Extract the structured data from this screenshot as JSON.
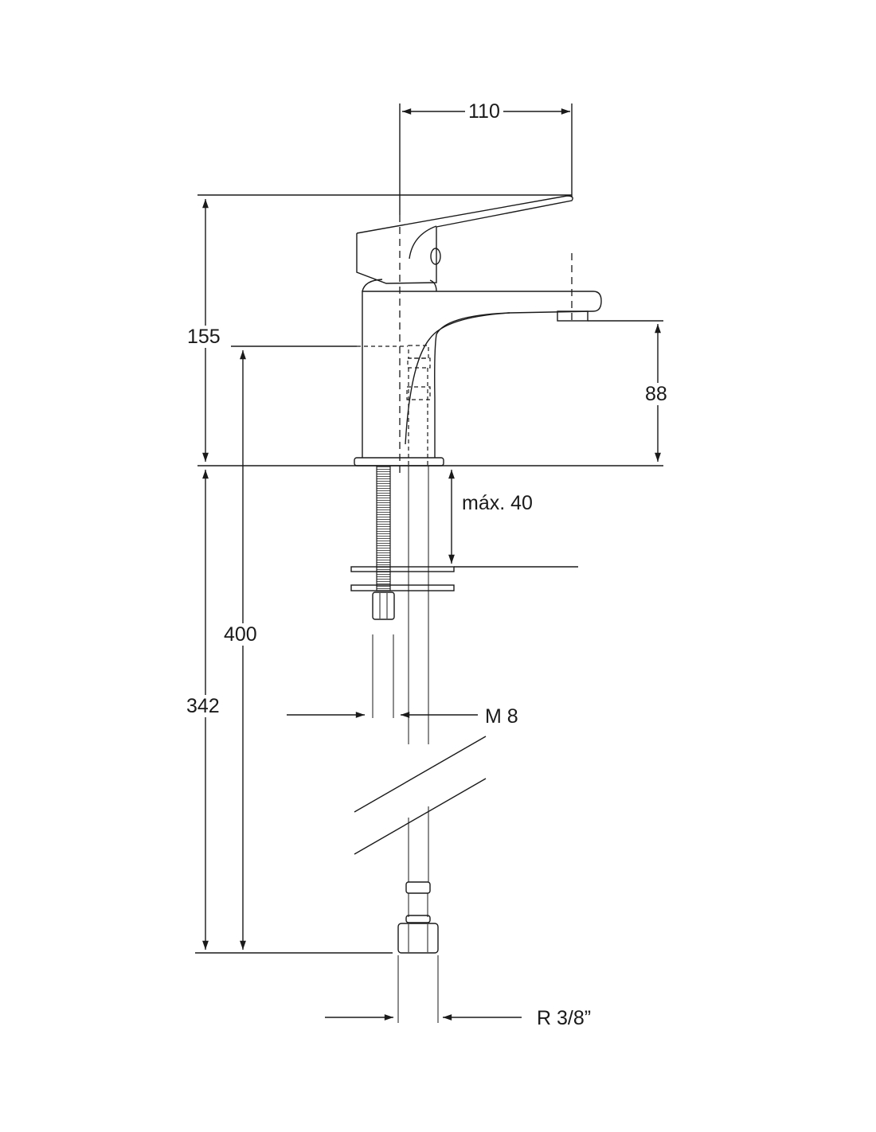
{
  "dimensions": {
    "spout_reach": "110",
    "total_height": "155",
    "spout_height": "88",
    "hose_length": "400",
    "rod_length": "342",
    "max_counter_thickness": "máx. 40",
    "rod_thread": "M 8",
    "hose_connection": "R 3/8”"
  },
  "colors": {
    "line": "#1a1a1a",
    "background": "#ffffff"
  }
}
